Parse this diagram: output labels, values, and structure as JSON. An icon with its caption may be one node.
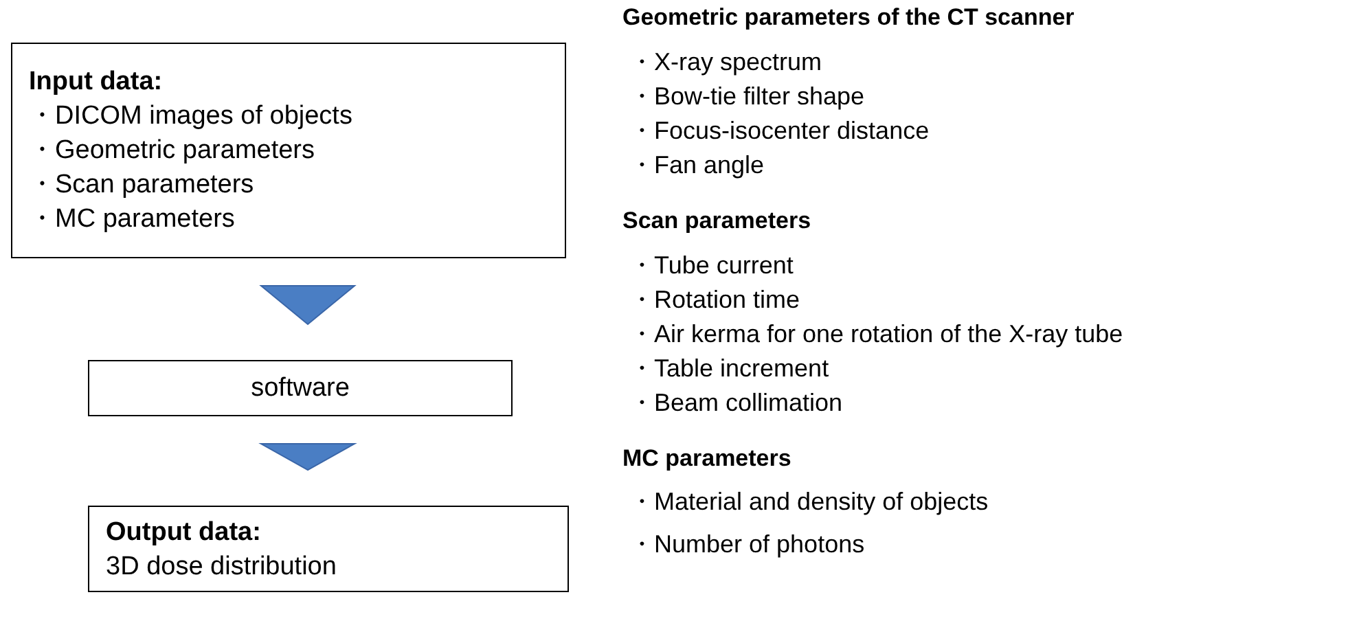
{
  "diagram": {
    "nodes": [
      {
        "text": [
          "Input data:",
          "・DICOM images of objects",
          "・Geometric parameters",
          "・Scan parameters",
          "・MC parameters"
        ]
      },
      {
        "text": [
          "software"
        ]
      },
      {
        "text": [
          "Output data:",
          "3D dose distribution"
        ]
      }
    ],
    "edges": [
      {
        "from": 0,
        "to": 1,
        "arrow": "to"
      },
      {
        "from": 1,
        "to": 2,
        "arrow": "to"
      }
    ],
    "labels": [
      "Geometric parameters of the CT scanner",
      "・X-ray spectrum",
      "・Bow-tie filter shape",
      "・Focus-isocenter distance",
      "・Fan angle",
      "Scan parameters",
      "・Tube current",
      "・Rotation time",
      "・Air kerma for one rotation of the X-ray tube",
      "・Table increment",
      "・Beam collimation",
      "MC parameters",
      "・Material and density of objects",
      "・Number of photons"
    ]
  }
}
